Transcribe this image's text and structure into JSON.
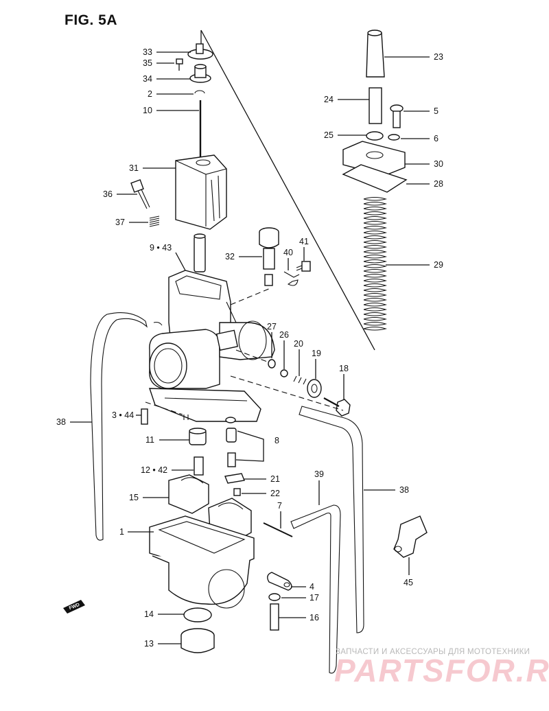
{
  "figure": {
    "title": "FIG. 5A"
  },
  "callouts": [
    {
      "id": "33",
      "label": "33"
    },
    {
      "id": "35",
      "label": "35"
    },
    {
      "id": "34",
      "label": "34"
    },
    {
      "id": "2",
      "label": "2"
    },
    {
      "id": "10",
      "label": "10"
    },
    {
      "id": "31",
      "label": "31"
    },
    {
      "id": "36",
      "label": "36"
    },
    {
      "id": "37",
      "label": "37"
    },
    {
      "id": "9-43",
      "label": "9 • 43"
    },
    {
      "id": "32",
      "label": "32"
    },
    {
      "id": "40",
      "label": "40"
    },
    {
      "id": "41",
      "label": "41"
    },
    {
      "id": "23",
      "label": "23"
    },
    {
      "id": "24",
      "label": "24"
    },
    {
      "id": "5",
      "label": "5"
    },
    {
      "id": "25",
      "label": "25"
    },
    {
      "id": "6",
      "label": "6"
    },
    {
      "id": "30",
      "label": "30"
    },
    {
      "id": "28",
      "label": "28"
    },
    {
      "id": "29",
      "label": "29"
    },
    {
      "id": "27",
      "label": "27"
    },
    {
      "id": "26",
      "label": "26"
    },
    {
      "id": "20",
      "label": "20"
    },
    {
      "id": "19",
      "label": "19"
    },
    {
      "id": "18",
      "label": "18"
    },
    {
      "id": "38a",
      "label": "38"
    },
    {
      "id": "3-44",
      "label": "3 • 44"
    },
    {
      "id": "11",
      "label": "11"
    },
    {
      "id": "8",
      "label": "8"
    },
    {
      "id": "12-42",
      "label": "12 • 42"
    },
    {
      "id": "21",
      "label": "21"
    },
    {
      "id": "22",
      "label": "22"
    },
    {
      "id": "39",
      "label": "39"
    },
    {
      "id": "38b",
      "label": "38"
    },
    {
      "id": "15",
      "label": "15"
    },
    {
      "id": "7",
      "label": "7"
    },
    {
      "id": "1",
      "label": "1"
    },
    {
      "id": "4",
      "label": "4"
    },
    {
      "id": "17",
      "label": "17"
    },
    {
      "id": "45",
      "label": "45"
    },
    {
      "id": "16",
      "label": "16"
    },
    {
      "id": "14",
      "label": "14"
    },
    {
      "id": "13",
      "label": "13"
    }
  ],
  "fwd_badge": "FWD",
  "watermark": {
    "small": "ЗАПЧАСТИ И АКСЕССУАРЫ ДЛЯ МОТОТЕХНИКИ",
    "big": "PARTSFOR.RU",
    "color": "#f6c9cf"
  }
}
